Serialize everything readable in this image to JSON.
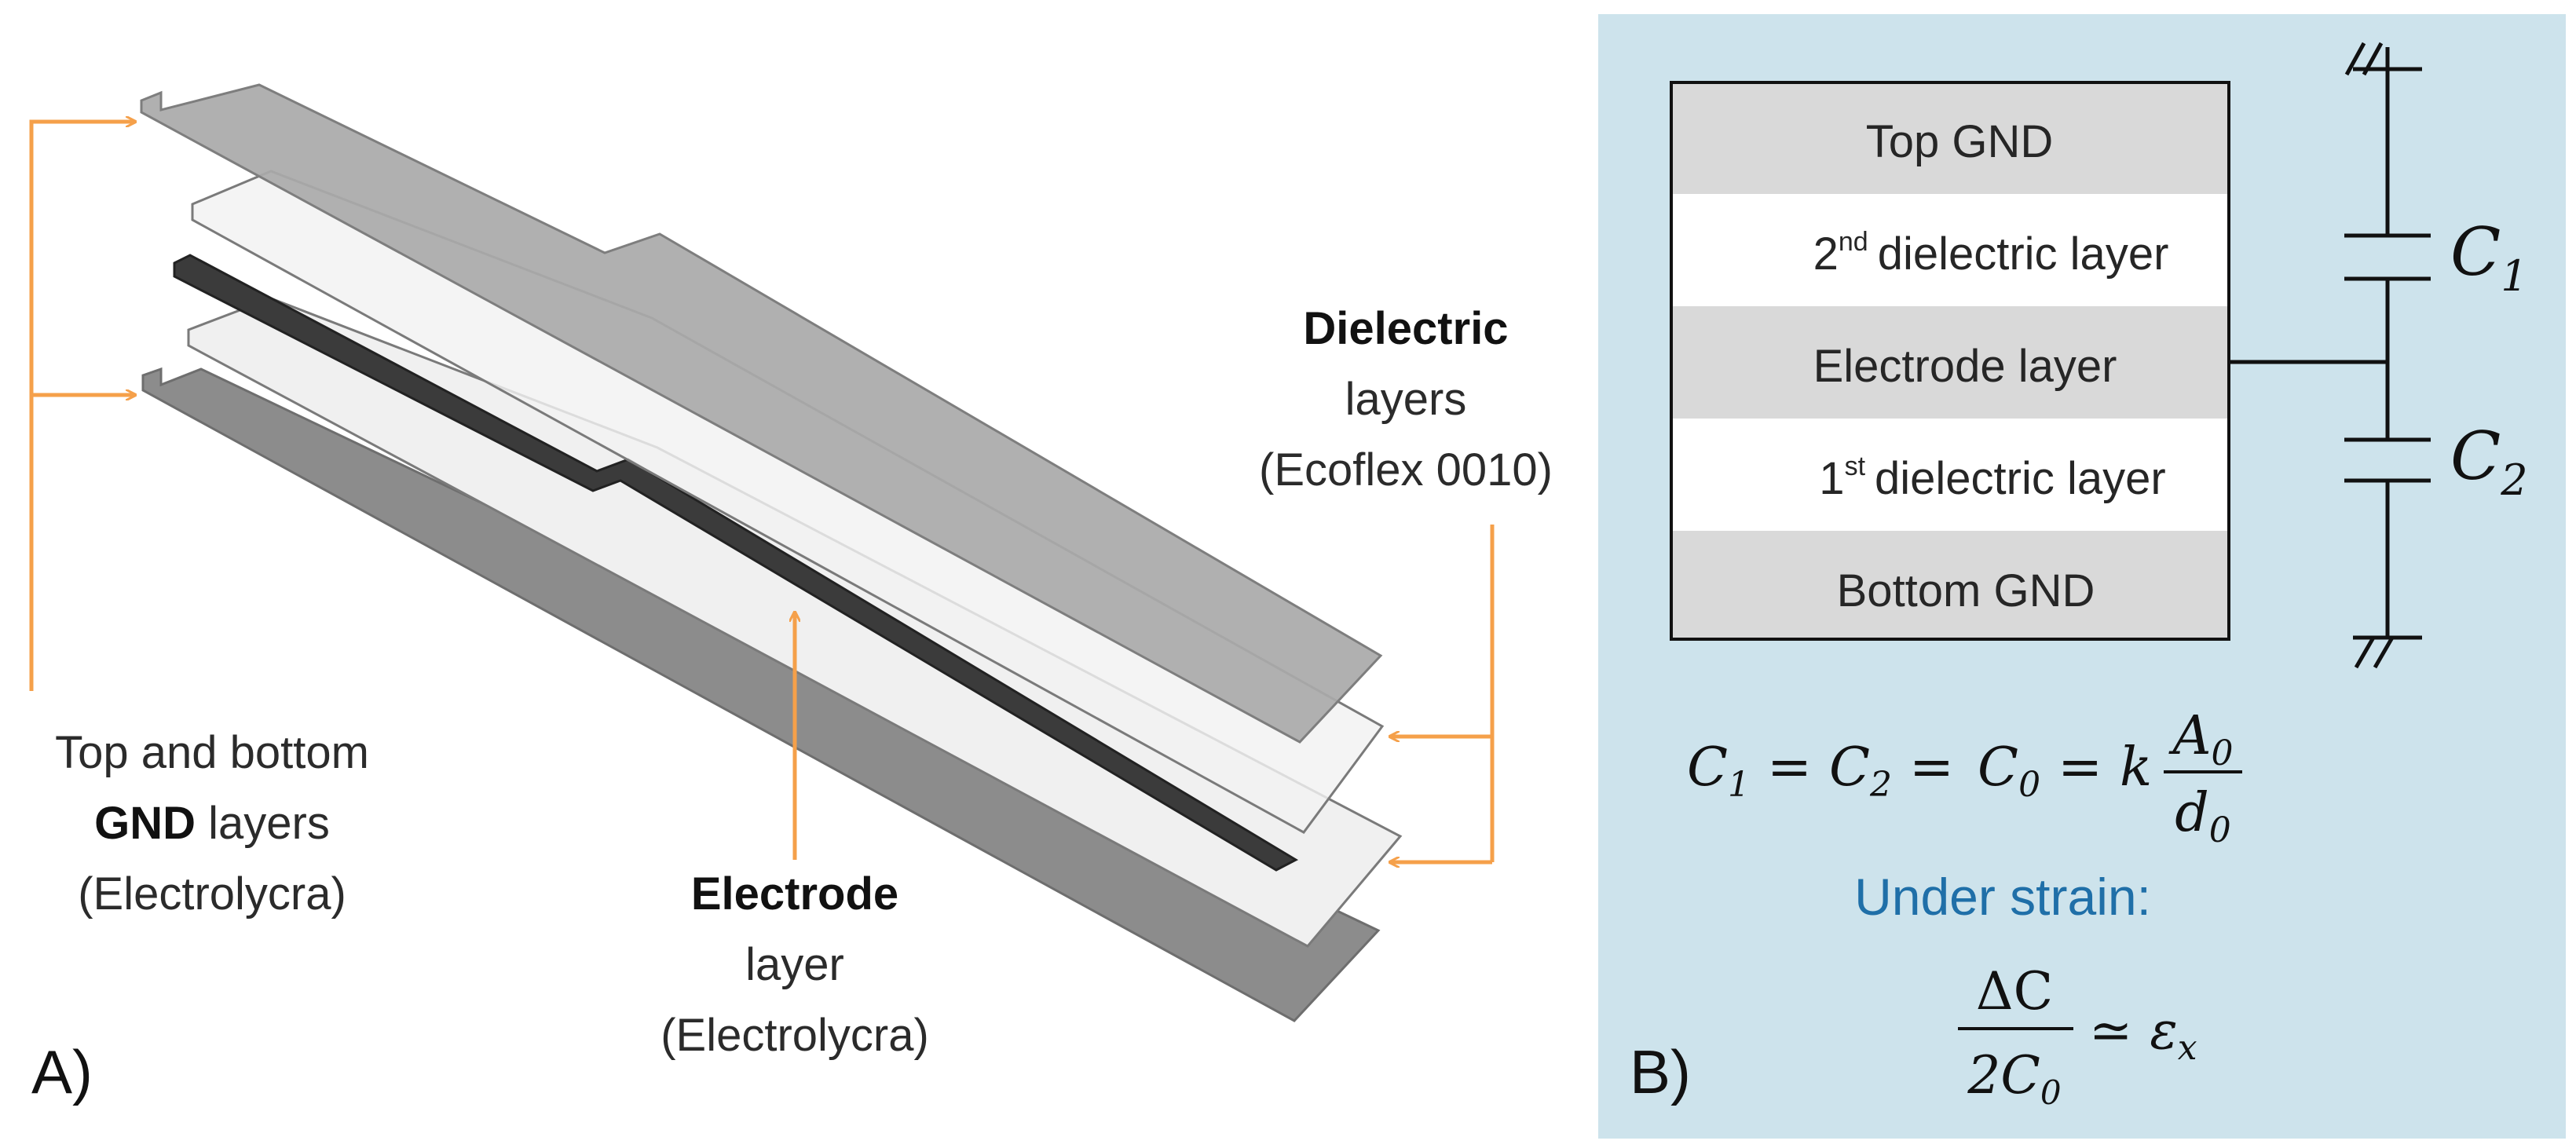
{
  "panel_a": {
    "letter": "A)",
    "gnd_label": {
      "line1": "Top and bottom",
      "line2_bold": "GND",
      "line2_rest": " layers",
      "line3": "(Electrolycra)"
    },
    "electrode_label": {
      "line1": "Electrode",
      "line2": "layer",
      "line3": "(Electrolycra)"
    },
    "dielectric_label": {
      "line1": "Dielectric",
      "line2": "layers",
      "line3": "(Ecoflex 0010)"
    },
    "colors": {
      "arrow": "#f5a04a",
      "gnd_layer": "#a6a6a6",
      "bottom_gnd_layer": "#8c8c8c",
      "dielectric_layer": "#efefef",
      "electrode": "#3a3a3a"
    }
  },
  "panel_b": {
    "letter": "B)",
    "background": "#cde3ec",
    "stack_layers": [
      {
        "text": "Top GND",
        "fill": "#d9d9d9"
      },
      {
        "text": "dielectric layer",
        "prefix": "2",
        "sup": "nd",
        "fill": "#ffffff"
      },
      {
        "text": "Electrode layer",
        "fill": "#d9d9d9"
      },
      {
        "text": "dielectric layer",
        "prefix": "1",
        "sup": "st",
        "fill": "#ffffff"
      },
      {
        "text": "Bottom GND",
        "fill": "#d9d9d9"
      }
    ],
    "c1": {
      "sym": "C",
      "sub": "1"
    },
    "c2": {
      "sym": "C",
      "sub": "2"
    },
    "equation": {
      "c1": "C",
      "sub1": "1",
      "eq": "=",
      "c2": "C",
      "sub2": "2",
      "c0": "C",
      "sub0": "0",
      "k": "k",
      "a": "A",
      "suba": "0",
      "d": "d",
      "subd": "0"
    },
    "under_strain": "Under strain:",
    "strain_eq": {
      "delta_c": "ΔC",
      "two": "2",
      "c": "C",
      "sub": "0",
      "approx": "≃",
      "eps": "ε",
      "subx": "x"
    }
  }
}
